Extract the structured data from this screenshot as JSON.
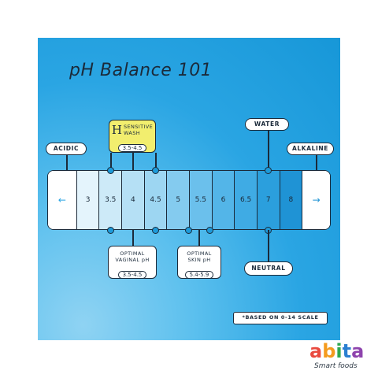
{
  "title": "pH Balance 101",
  "tags": {
    "acidic": "ACIDIC",
    "alkaline": "ALKALINE",
    "water": "WATER",
    "neutral": "NEUTRAL"
  },
  "sensitive_wash": {
    "initial": "H",
    "line1": "SENSITIVE",
    "line2": "WASH",
    "range": "3.5-4.5"
  },
  "optimal_vaginal": {
    "line1": "OPTIMAL",
    "line2": "VAGINAL pH",
    "range": "3.5-4.5"
  },
  "optimal_skin": {
    "line1": "OPTIMAL",
    "line2": "SKIN pH",
    "range": "5.4-5.9"
  },
  "scale_labels": [
    "",
    "3",
    "3.5",
    "4",
    "4.5",
    "5",
    "5.5",
    "6",
    "6.5",
    "7",
    "8"
  ],
  "scale_colors": [
    "#e4f4fc",
    "#cdeaf8",
    "#b5e0f5",
    "#9dd6f2",
    "#84cbef",
    "#6bc0ec",
    "#53b5e8",
    "#3fabe4",
    "#2b9fdd",
    "#1f93d5"
  ],
  "arrows": {
    "left": "←",
    "right": "→"
  },
  "footnote": "*BASED ON 0-14 SCALE",
  "brand": {
    "name": [
      "a",
      "b",
      "i",
      "t",
      "a"
    ],
    "colors": [
      "#e94a3f",
      "#f49b1e",
      "#2fa84f",
      "#2b7fd1",
      "#8e44ad"
    ],
    "tagline": "Smart foods"
  }
}
